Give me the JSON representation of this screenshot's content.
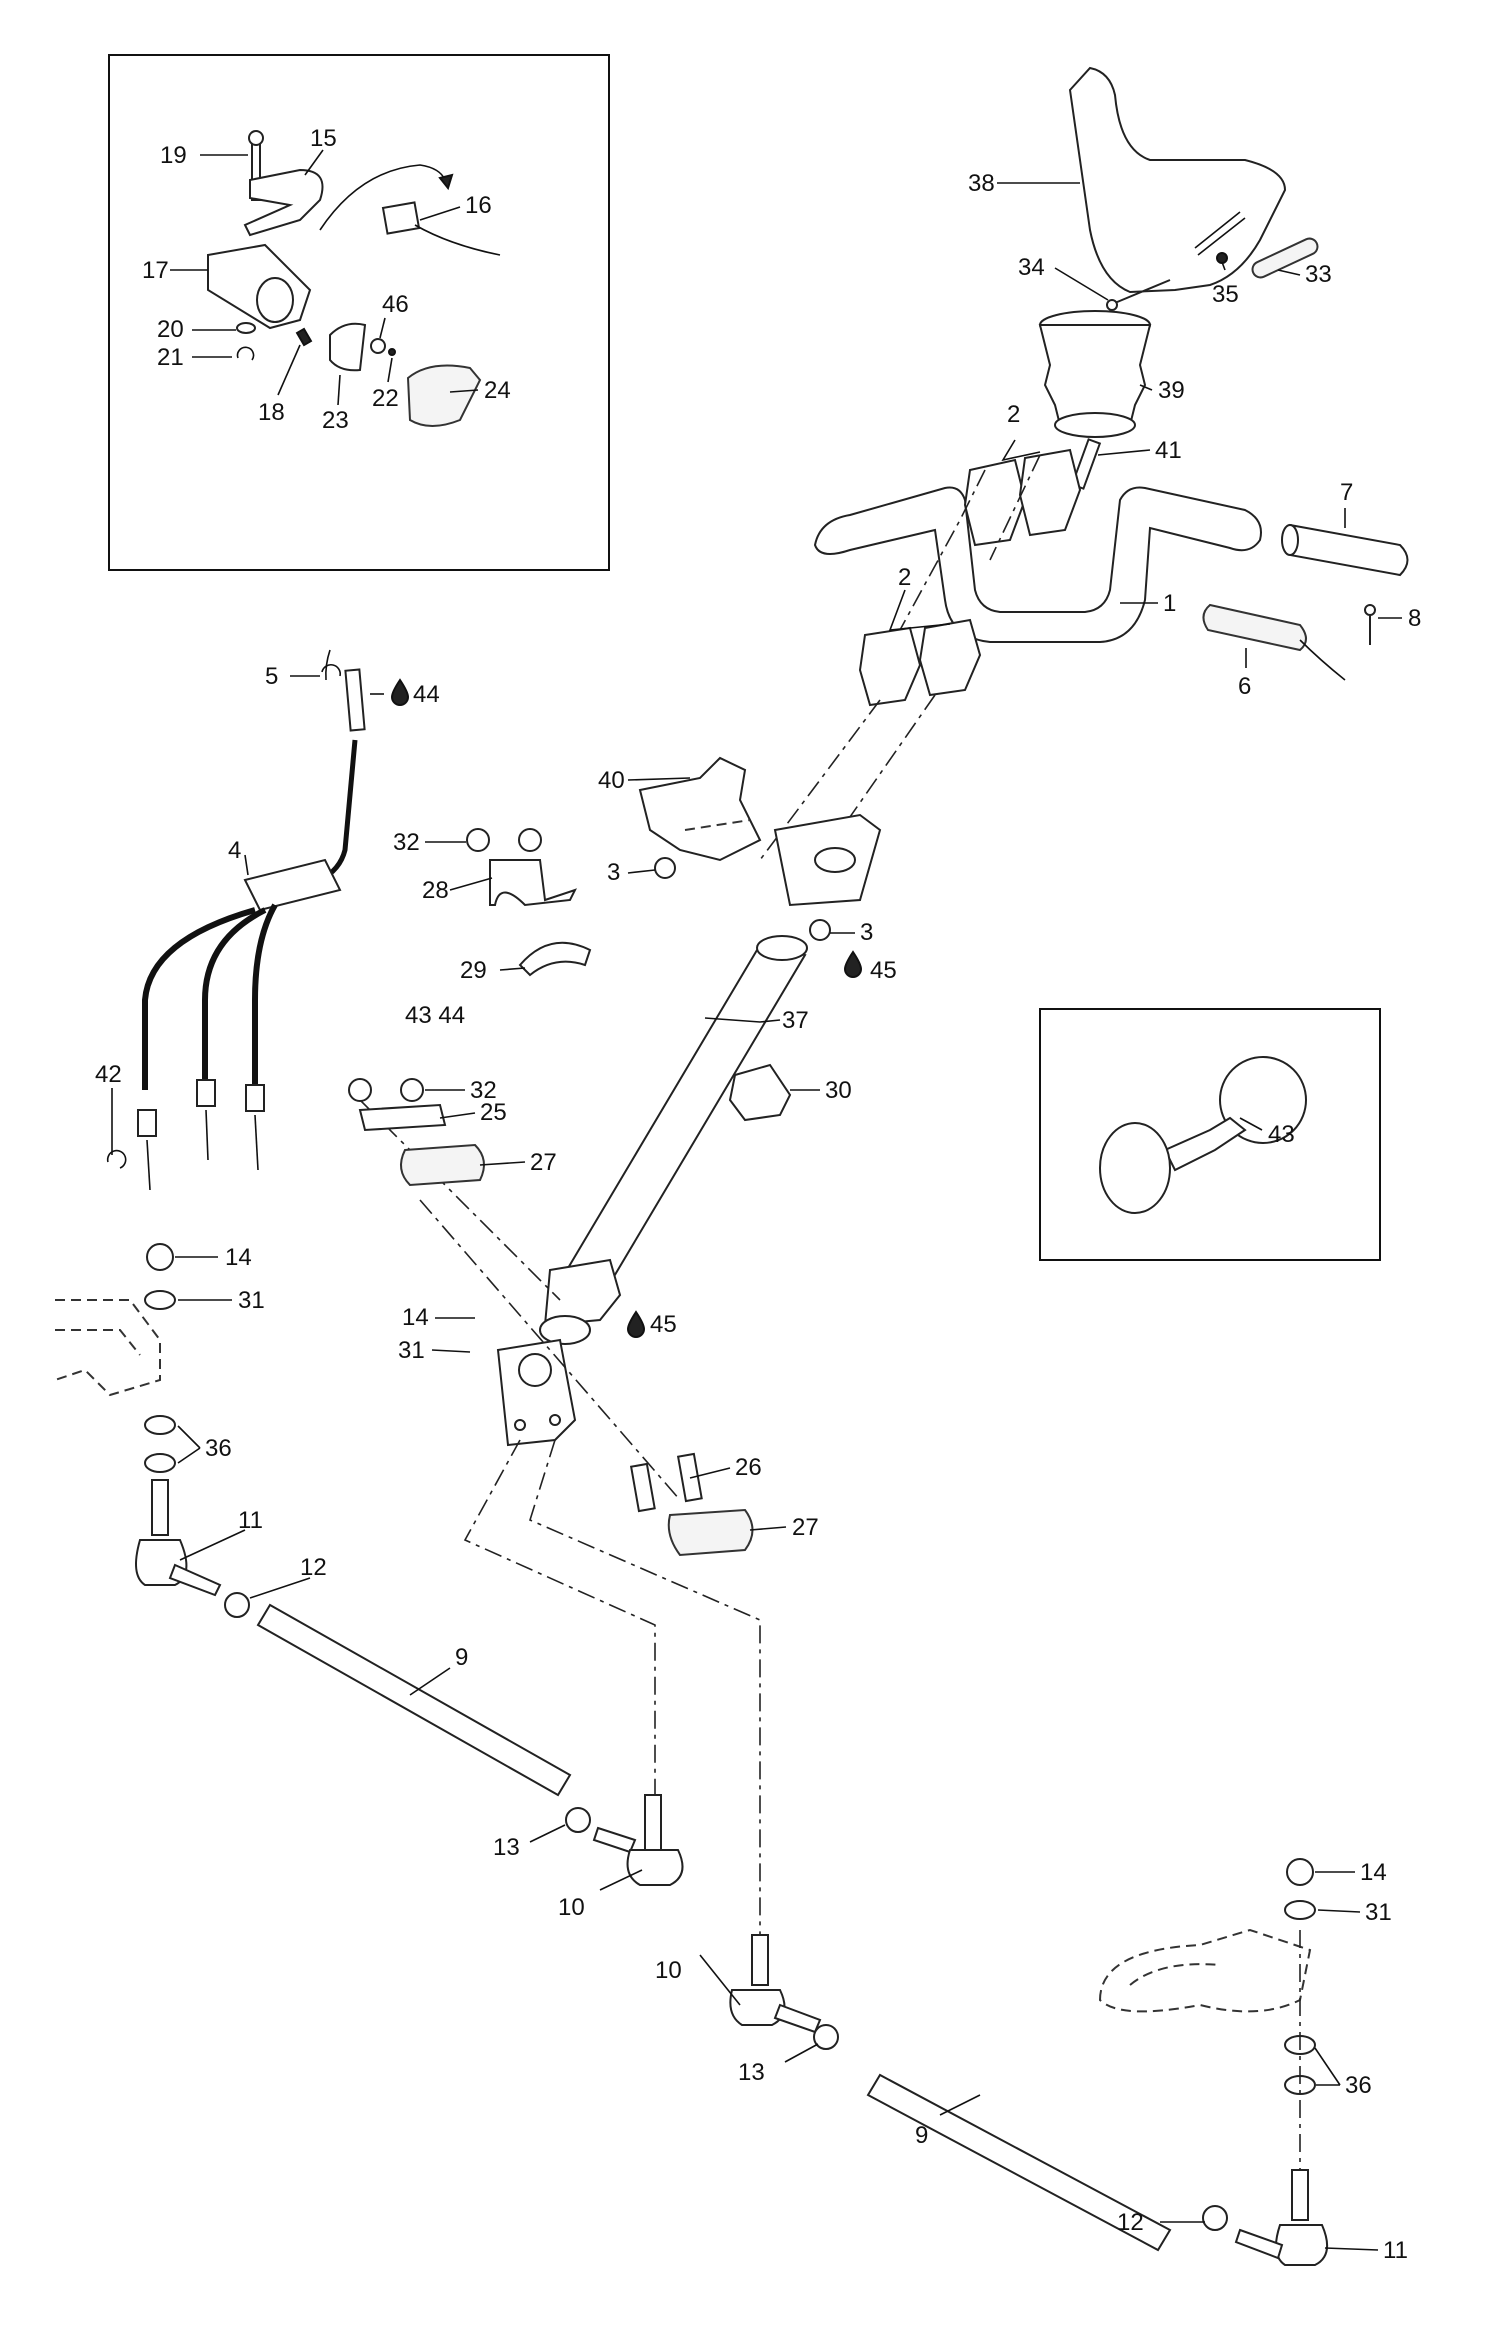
{
  "callouts": [
    {
      "id": "c19",
      "text": "19"
    },
    {
      "id": "c15",
      "text": "15"
    },
    {
      "id": "c16",
      "text": "16"
    },
    {
      "id": "c17",
      "text": "17"
    },
    {
      "id": "c20",
      "text": "20"
    },
    {
      "id": "c21",
      "text": "21"
    },
    {
      "id": "c18",
      "text": "18"
    },
    {
      "id": "c23",
      "text": "23"
    },
    {
      "id": "c46",
      "text": "46"
    },
    {
      "id": "c22",
      "text": "22"
    },
    {
      "id": "c24",
      "text": "24"
    },
    {
      "id": "c38",
      "text": "38"
    },
    {
      "id": "c34",
      "text": "34"
    },
    {
      "id": "c35",
      "text": "35"
    },
    {
      "id": "c33",
      "text": "33"
    },
    {
      "id": "c39",
      "text": "39"
    },
    {
      "id": "c2a",
      "text": "2"
    },
    {
      "id": "c41",
      "text": "41"
    },
    {
      "id": "c7",
      "text": "7"
    },
    {
      "id": "c1",
      "text": "1"
    },
    {
      "id": "c2b",
      "text": "2"
    },
    {
      "id": "c8",
      "text": "8"
    },
    {
      "id": "c6",
      "text": "6"
    },
    {
      "id": "c5",
      "text": "5"
    },
    {
      "id": "c44a",
      "text": "44"
    },
    {
      "id": "c40",
      "text": "40"
    },
    {
      "id": "c32a",
      "text": "32"
    },
    {
      "id": "c4",
      "text": "4"
    },
    {
      "id": "c28",
      "text": "28"
    },
    {
      "id": "c3a",
      "text": "3"
    },
    {
      "id": "c3b",
      "text": "3"
    },
    {
      "id": "c45a",
      "text": "45"
    },
    {
      "id": "c29",
      "text": "29"
    },
    {
      "id": "c4344",
      "text": "43  44"
    },
    {
      "id": "c37",
      "text": "37"
    },
    {
      "id": "c42",
      "text": "42"
    },
    {
      "id": "c32b",
      "text": "32"
    },
    {
      "id": "c25",
      "text": "25"
    },
    {
      "id": "c30",
      "text": "30"
    },
    {
      "id": "c43",
      "text": "43"
    },
    {
      "id": "c27a",
      "text": "27"
    },
    {
      "id": "c14a",
      "text": "14"
    },
    {
      "id": "c31a",
      "text": "31"
    },
    {
      "id": "c14b",
      "text": "14"
    },
    {
      "id": "c45b",
      "text": "45"
    },
    {
      "id": "c31b",
      "text": "31"
    },
    {
      "id": "c36a",
      "text": "36"
    },
    {
      "id": "c26",
      "text": "26"
    },
    {
      "id": "c11a",
      "text": "11"
    },
    {
      "id": "c27b",
      "text": "27"
    },
    {
      "id": "c12a",
      "text": "12"
    },
    {
      "id": "c9a",
      "text": "9"
    },
    {
      "id": "c13a",
      "text": "13"
    },
    {
      "id": "c10a",
      "text": "10"
    },
    {
      "id": "c14c",
      "text": "14"
    },
    {
      "id": "c31c",
      "text": "31"
    },
    {
      "id": "c10b",
      "text": "10"
    },
    {
      "id": "c13b",
      "text": "13"
    },
    {
      "id": "c36b",
      "text": "36"
    },
    {
      "id": "c9b",
      "text": "9"
    },
    {
      "id": "c12b",
      "text": "12"
    },
    {
      "id": "c11b",
      "text": "11"
    }
  ],
  "symbols": {
    "lubricant_drop": "lubricant-drop-icon"
  }
}
